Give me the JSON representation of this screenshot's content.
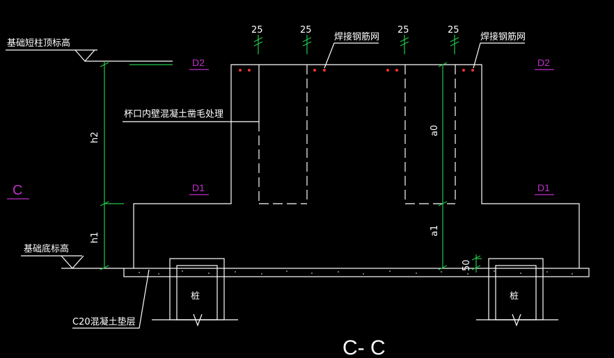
{
  "labels": {
    "column_top_elev": "基础短柱顶标高",
    "base_elev": "基础底标高",
    "cup_wall": "杯口内壁混凝土凿毛处理",
    "mesh_1": "焊接钢筋网",
    "mesh_2": "焊接钢筋网",
    "cushion": "C20混凝土垫层",
    "pile_left": "桩",
    "pile_right": "桩",
    "section_title": "C- C",
    "section_mark": "C"
  },
  "tags": {
    "d2_left": "D2",
    "d2_right": "D2",
    "d1_left": "D1",
    "d1_right": "D1"
  },
  "dims": {
    "top_25_a": "25",
    "top_25_b": "25",
    "top_25_c": "25",
    "top_25_d": "25",
    "h2": "h2",
    "h1": "h1",
    "a0": "a0",
    "a1": "a1",
    "d50": "50"
  },
  "colors": {
    "background": "#000000",
    "line": "#ffffff",
    "dimension": "#22c84a",
    "tag": "#c030c8",
    "rebar_dot": "#ff3030"
  }
}
